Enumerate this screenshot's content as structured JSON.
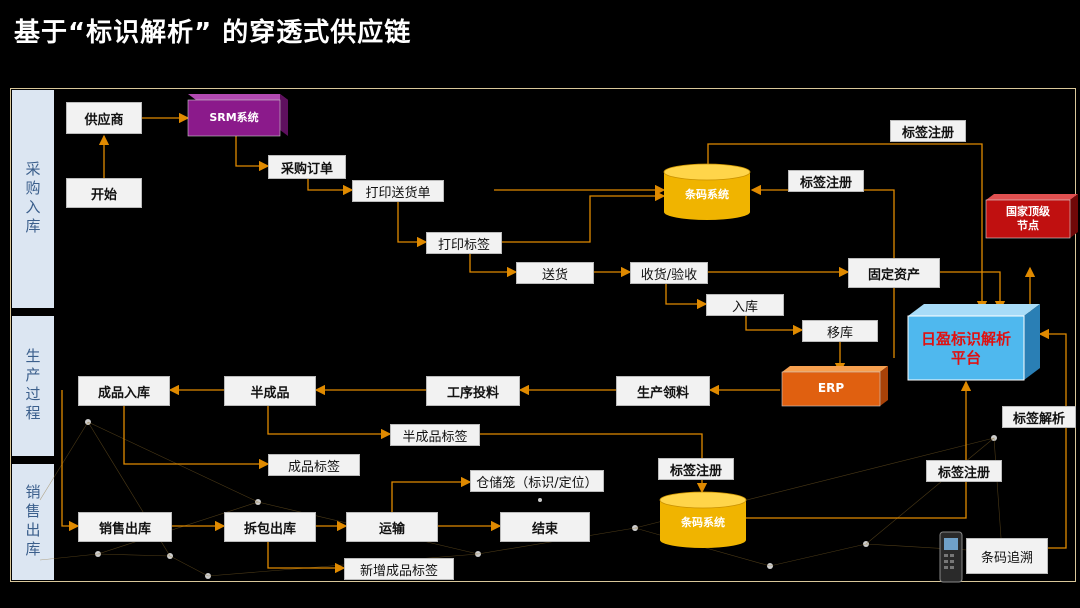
{
  "title": "基于“标识解析” 的穿透式供应链",
  "lanes": [
    "采购入库",
    "生产过程",
    "销售出库"
  ],
  "nodes": {
    "supplier": "供应商",
    "srm": "SRM系统",
    "start": "开始",
    "purchase_order": "采购订单",
    "print_delivery": "打印送货单",
    "print_label": "打印标签",
    "deliver": "送货",
    "receive": "收货/验收",
    "warehouse_in": "入库",
    "transfer": "移库",
    "fixed_assets": "固定资产",
    "label_register_top": "标签注册",
    "label_register_mid": "标签注册",
    "barcode_system_top": "条码系统",
    "national_node": "国家顶级\n节点",
    "riying_platform": "日盈标识解析\n平台",
    "erp": "ERP",
    "finished_in": "成品入库",
    "semi_finished": "半成品",
    "process_feed": "工序投料",
    "production_pick": "生产领料",
    "semi_label": "半成品标签",
    "finished_label": "成品标签",
    "label_parse": "标签解析",
    "label_register_low": "标签注册",
    "label_register_right": "标签注册",
    "storage_cage": "仓储笼（标识/定位）",
    "barcode_system_bottom": "条码系统",
    "sales_out": "销售出库",
    "unpack_out": "拆包出库",
    "transport": "运输",
    "end": "结束",
    "new_finished_label": "新增成品标签",
    "barcode_trace": "条码追溯"
  },
  "colors": {
    "srm": "#8b1a8b",
    "barcode_db": "#f0b400",
    "erp": "#e06010",
    "platform_front": "#4fb8ee",
    "platform_text": "#e01010",
    "national": "#c01010",
    "arrow": "#e08a00"
  },
  "icons": {
    "scanner": "barcode-scanner-icon"
  }
}
